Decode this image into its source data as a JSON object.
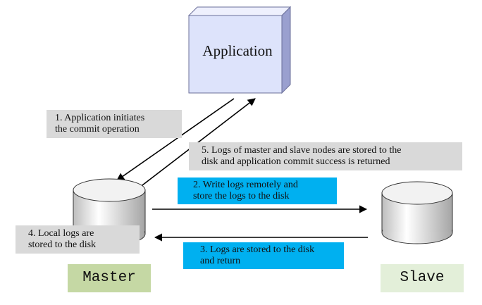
{
  "application": {
    "label": "Application"
  },
  "steps": {
    "step1": "1. Application initiates\nthe commit operation",
    "step2": "2. Write logs remotely and\nstore the logs to the disk",
    "step3": "3. Logs are stored to the disk\nand return",
    "step4": "4. Local logs are\nstored to the disk",
    "step5": "5. Logs of master and slave nodes are stored to the\ndisk and application commit success is returned"
  },
  "nodes": {
    "master": "Master",
    "slave": "Slave"
  },
  "colors": {
    "app_box": "#dde3fb",
    "app_side": "#8e95c9",
    "gray_label": "#d9d9d9",
    "blue_label": "#00b0f0",
    "node_label_bg": "#c5d8a4"
  }
}
